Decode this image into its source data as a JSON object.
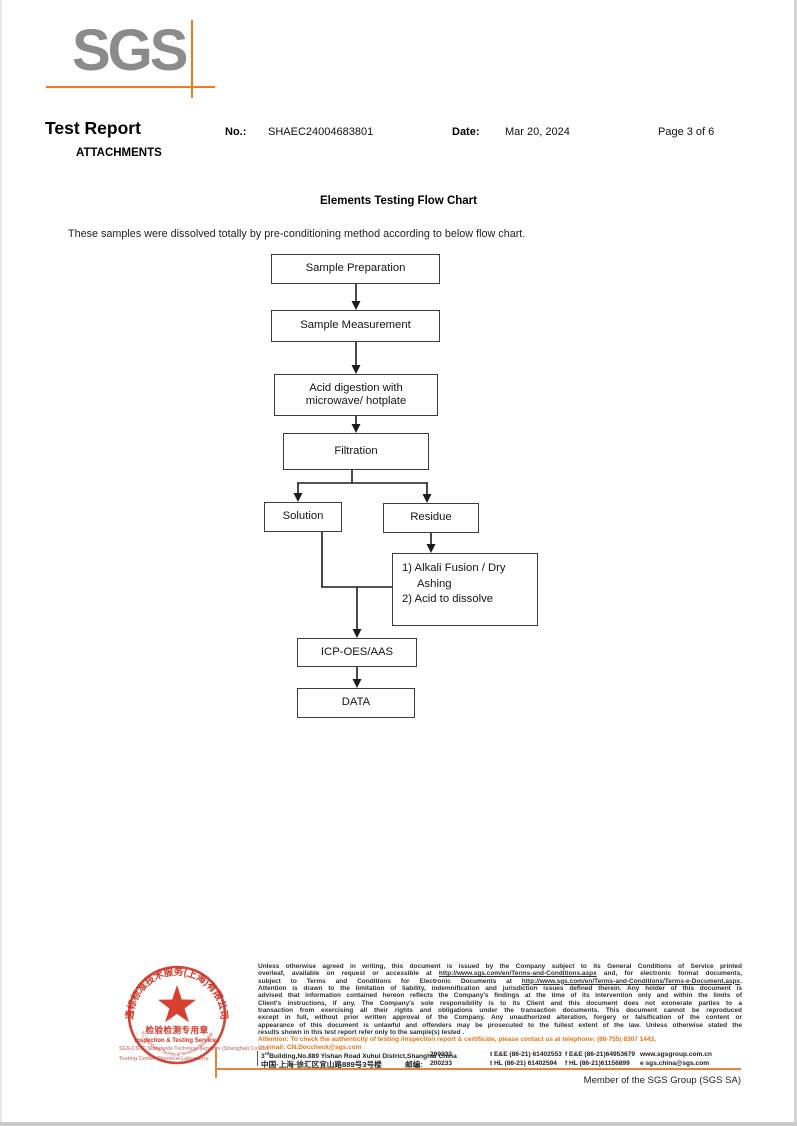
{
  "colors": {
    "accent_orange": "#EE7C1E",
    "logo_gray": "#8B8B8B",
    "stamp_red": "#CE3526",
    "company_pink": "#C9928A"
  },
  "logo": {
    "text": "SGS"
  },
  "header": {
    "report_title": "Test Report",
    "attachments_label": "ATTACHMENTS",
    "no_label": "No.:",
    "no_value": "SHAEC24004683801",
    "date_label": "Date:",
    "date_value": "Mar 20, 2024",
    "page_label": "Page 3 of 6"
  },
  "content": {
    "title": "Elements Testing Flow Chart",
    "intro": "These samples were dissolved totally by pre-conditioning method according to below flow chart."
  },
  "flowchart": {
    "nodes": {
      "sample_preparation": "Sample Preparation",
      "sample_measurement": "Sample Measurement",
      "acid_digestion": "Acid digestion with microwave/ hotplate",
      "filtration": "Filtration",
      "solution": "Solution",
      "residue": "Residue",
      "alkali_line1": "1) Alkali Fusion / Dry Ashing",
      "alkali_line2": "2) Acid to dissolve",
      "icp": "ICP-OES/AAS",
      "data": "DATA"
    },
    "edges": [
      [
        "Sample Preparation",
        "Sample Measurement"
      ],
      [
        "Sample Measurement",
        "Acid digestion with microwave/ hotplate"
      ],
      [
        "Acid digestion with microwave/ hotplate",
        "Filtration"
      ],
      [
        "Filtration",
        "Solution"
      ],
      [
        "Filtration",
        "Residue"
      ],
      [
        "Residue",
        "1) Alkali Fusion / Dry Ashing 2) Acid to dissolve"
      ],
      [
        "Solution",
        "ICP-OES/AAS"
      ],
      [
        "1) Alkali Fusion / Dry Ashing 2) Acid to dissolve",
        "ICP-OES/AAS"
      ],
      [
        "ICP-OES/AAS",
        "DATA"
      ]
    ]
  },
  "legal": {
    "l1": "Unless otherwise agreed in writing, this document is issued by the Company subject to its General Conditions of Service printed",
    "l2": {
      "pre": "overleaf, available on request or accessible at ",
      "link": "http://www.sgs.com/en/Terms-and-Conditions.aspx",
      "post": " and, for electronic format documents,"
    },
    "l3": {
      "pre": "subject to Terms and Conditions for Electronic Documents at ",
      "link": "http://www.sgs.com/en/Terms-and-Conditions/Terms-e-Document.aspx",
      "post": "."
    },
    "l4": "Attention is drawn to the limitation of liability, indemnification and jurisdiction issues defined therein. Any holder of this document is",
    "l5": "advised that information contained hereon reflects the Company's findings at the time of its intervention only and within the limits of",
    "l6": "Client's instructions, if any. The Company's sole responsibility is to its Client and this document does not exonerate parties to a",
    "l7": "transaction from exercising all their rights and obligations under the transaction documents. This document cannot be reproduced",
    "l8": "except in full, without prior written approval of the Company. Any unauthorized alteration, forgery or falsification of the content or",
    "l9": "appearance of this document is unlawful and offenders may be prosecuted to the fullest extent of the law. Unless otherwise stated the",
    "l10": "results shown in this test report refer only to the sample(s) tested .",
    "attention1": "Attention: To check the authenticity of testing /inspection report & certificate, please contact us at telephone: (86-755) 8307 1443,",
    "attention2": "or email: CN.Doccheck@sgs.com"
  },
  "address": {
    "en_no": "3",
    "en_sup": "rd",
    "en_rest": "Building,No.889 Yishan Road Xuhui District,Shanghai China",
    "en_zip": "200233",
    "cn_line": "中国·上海·徐汇区宜山路889号3号楼",
    "cn_zip_label": "邮编:",
    "cn_zip": "200233",
    "tel1": "t E&E (86-21) 61402553",
    "fax1": "f E&E (86-21)64953679",
    "web": "www.sgsgroup.com.cn",
    "tel2": "t HL (86-21) 61402594",
    "fax2": "f HL (86-21)61156899",
    "email": "e  sgs.china@sgs.com"
  },
  "footer": {
    "member": "Member of the SGS Group (SGS SA)"
  },
  "stamp": {
    "arc_top": "通标标准技术服务(上海)有限公司",
    "seal_cn": "检验检测专用章",
    "seal_en": "Inspection & Testing Services",
    "arc_bottom": "SGS-CSTC Standards Technical Services (Shanghai) Co.,Ltd.",
    "company_line1": "SGS-CSTC Standards Technical Services (Shanghai) Co.,Ltd.",
    "company_line2": "Testing Center-Chemical Laboratory."
  }
}
